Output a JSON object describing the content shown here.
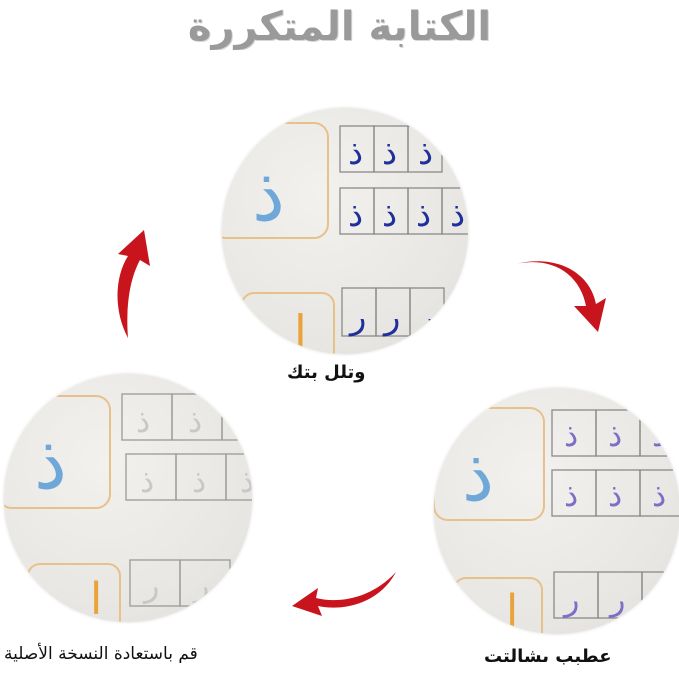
{
  "title": "الكتابة المتكررة",
  "steps": [
    {
      "caption": "وتلل بتك"
    },
    {
      "caption": "عطبب ىشالتت"
    },
    {
      "caption": "قم باستعادة النسخة الأصلية"
    }
  ],
  "letters": {
    "big": "ذ",
    "small": "ر"
  },
  "colors": {
    "ink_top": "#1f2f9c",
    "ink_right": "#7d6fc8",
    "ink_left": "#c8c8c8",
    "big_letter": "#6fa8d8",
    "orange_letter": "#e8a43a",
    "frame_orange": "#e8c08a",
    "arrow": "#c8141c"
  },
  "icons": [
    "curved-arrow-icon"
  ]
}
